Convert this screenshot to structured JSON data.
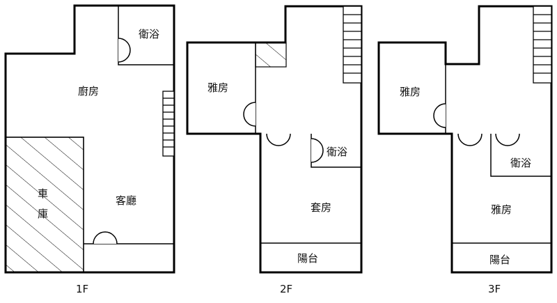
{
  "floors": [
    {
      "label": "1F",
      "rooms": {
        "bathroom": "衛浴",
        "kitchen": "廚房",
        "garage_char1": "車",
        "garage_char2": "庫",
        "living_room": "客廳"
      }
    },
    {
      "label": "2F",
      "rooms": {
        "bedroom": "雅房",
        "bathroom": "衛浴",
        "suite": "套房",
        "balcony": "陽台"
      }
    },
    {
      "label": "3F",
      "rooms": {
        "bedroom_left": "雅房",
        "bathroom": "衛浴",
        "bedroom_right": "雅房",
        "balcony": "陽台"
      }
    }
  ]
}
